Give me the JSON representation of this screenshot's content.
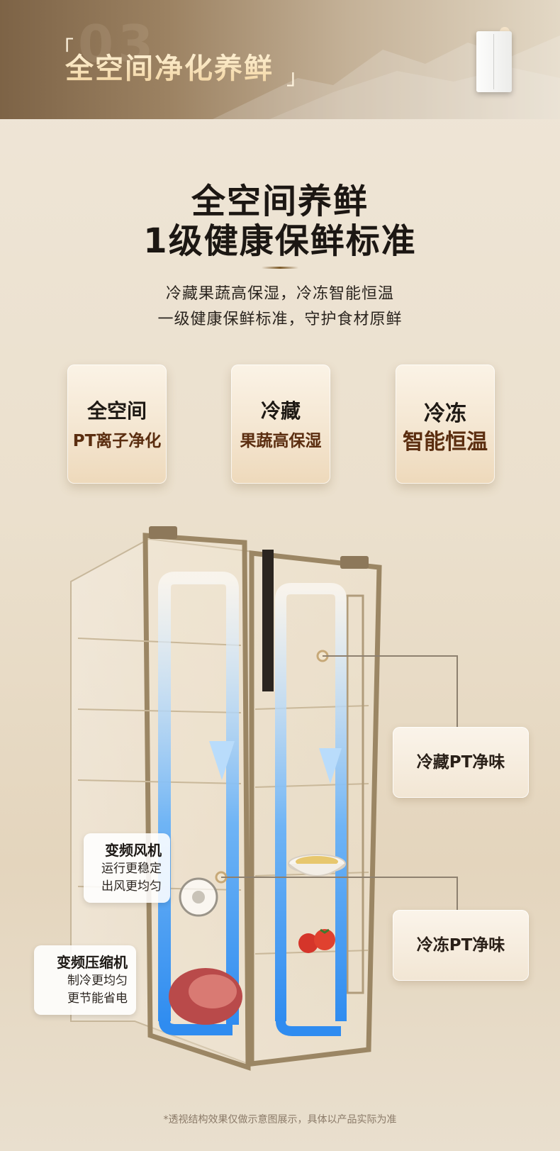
{
  "banner": {
    "title": "全空间净化养鲜",
    "bracket_open": "「",
    "bracket_close": "」",
    "ghost_number": "03"
  },
  "headline": {
    "line1": "全空间养鲜",
    "line2": "1级健康保鲜标准"
  },
  "description": {
    "line1": "冷藏果蔬高保湿，冷冻智能恒温",
    "line2": "一级健康保鲜标准，守护食材原鲜"
  },
  "cards": [
    {
      "top": "全空间",
      "bottom": "PT离子净化"
    },
    {
      "top": "冷藏",
      "bottom": "果蔬高保湿"
    },
    {
      "top": "冷冻",
      "bottom": "智能恒温"
    }
  ],
  "callouts": {
    "fridge": "冷藏PT净味",
    "freezer": "冷冻PT净味"
  },
  "tips": {
    "fan": {
      "title": "变频风机",
      "line1": "运行更稳定",
      "line2": "出风更均匀"
    },
    "compressor": {
      "title": "变频压缩机",
      "line1": "制冷更均匀",
      "line2": "更节能省电"
    }
  },
  "footnote": "*透视结构效果仅做示意图展示，具体以产品实际为准",
  "colors": {
    "airflow": "#4f9ef2",
    "frame": "#9b8664",
    "accent_text": "#5b2e10"
  }
}
